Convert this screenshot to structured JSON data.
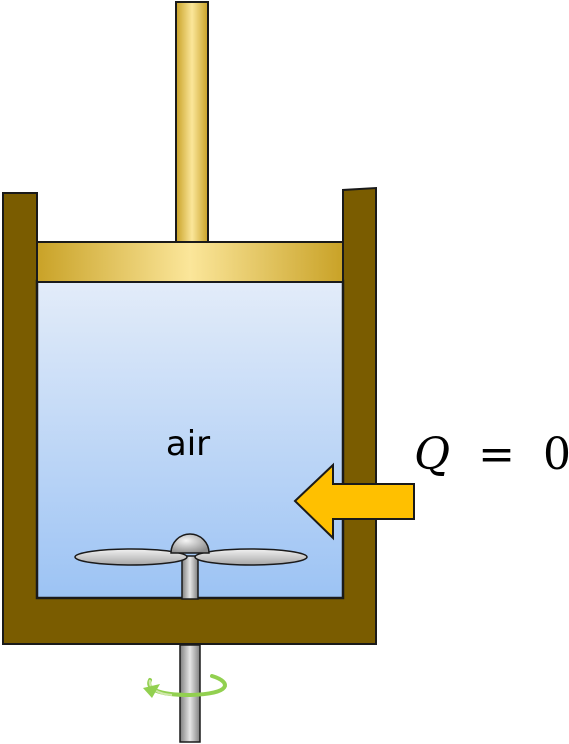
{
  "labels": {
    "gas": "air",
    "heat_symbol": "Q",
    "heat_equals": "=",
    "heat_value": "0"
  },
  "colors": {
    "cylinder_wall": "#7a5c00",
    "outline": "#1a1a1a",
    "piston_gold_dark": "#c9a227",
    "piston_gold_light": "#fbe69a",
    "gas_top": "#e3ecf9",
    "gas_bottom": "#9cc3f4",
    "heat_arrow": "#ffc000",
    "paddle_gray": "#bfbfbf",
    "rotation_arrow": "#92d050"
  },
  "icons": {
    "heat_arrow": "arrow-left-icon",
    "rotation": "rotation-arrow-icon"
  }
}
